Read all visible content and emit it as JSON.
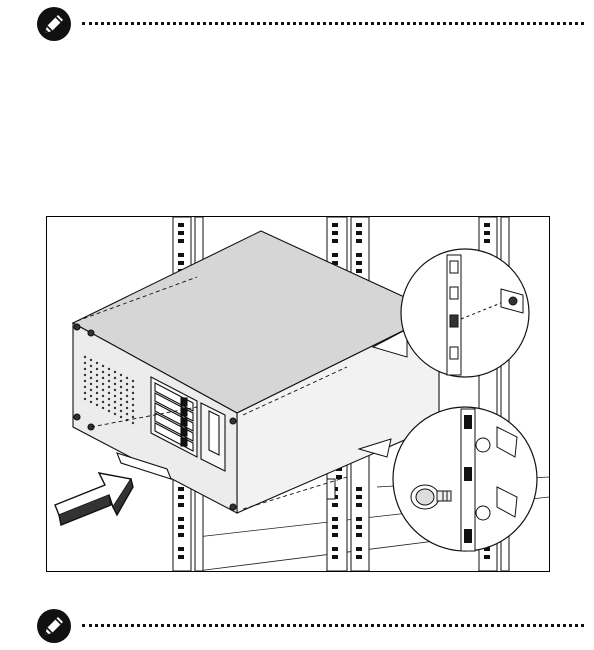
{
  "notes": [
    {
      "id": "top",
      "icon": "note-pen-icon"
    },
    {
      "id": "bottom",
      "icon": "note-pen-icon"
    }
  ],
  "figure": {
    "subject": "server-rack-mounting",
    "icons": [
      "arrow-icon",
      "cage-nut-icon",
      "thumb-screw-icon"
    ]
  }
}
